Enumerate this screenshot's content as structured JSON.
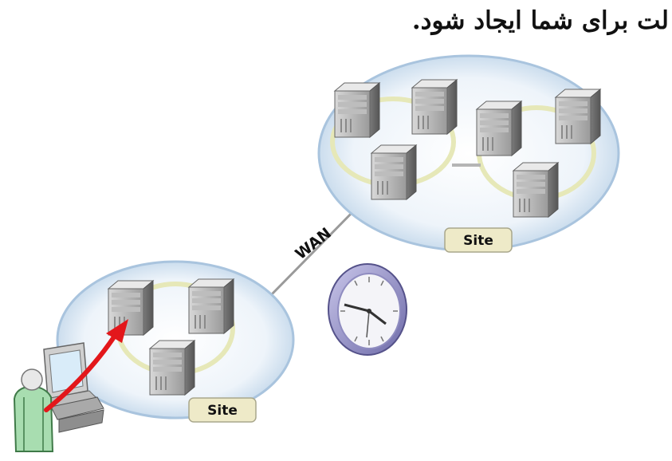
{
  "caption": "لت برای شما ایجاد شود.",
  "sites": [
    {
      "label": "Site",
      "servers": 6
    },
    {
      "label": "Site",
      "servers": 3
    }
  ],
  "link_label": "WAN",
  "icons": [
    "server-icon",
    "clock-icon",
    "user-icon",
    "computer-icon",
    "arrow-icon"
  ],
  "colors": {
    "site_fill": "#d6e6f3",
    "site_ring": "#ecedc9",
    "arrow": "#e3171b",
    "user_body": "#a8ddb0",
    "wan_line": "#9a9a9a"
  }
}
